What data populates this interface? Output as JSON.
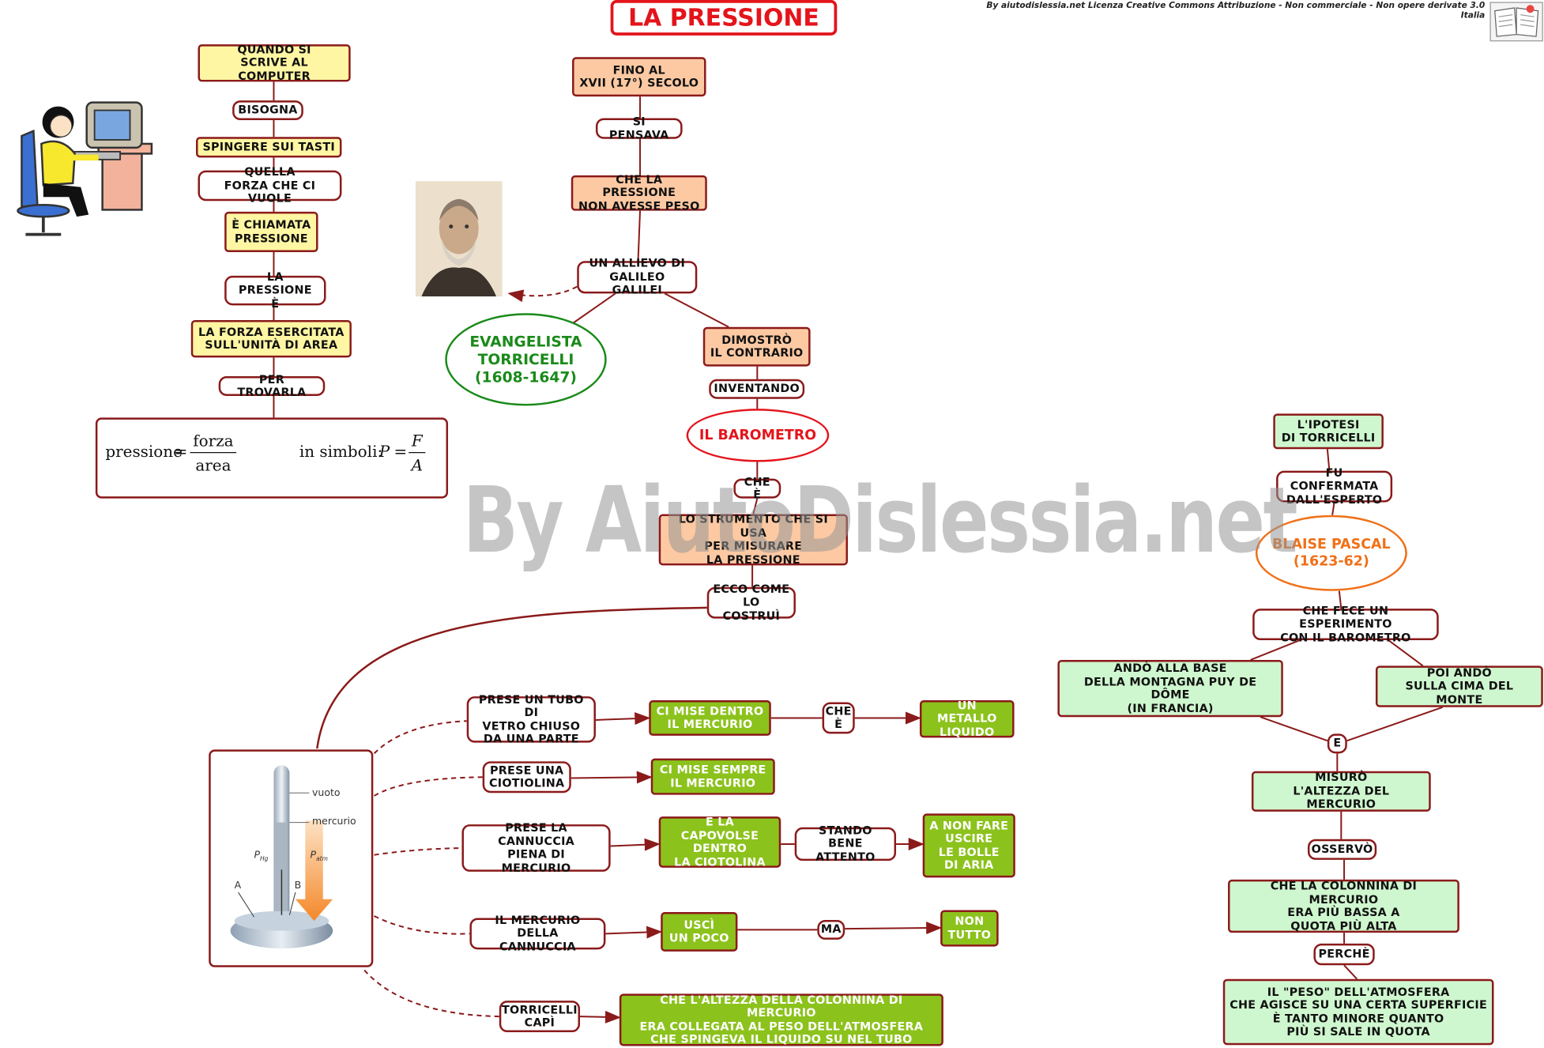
{
  "title": "LA PRESSIONE",
  "license": "By aiutodislessia.net Licenza Creative Commons Attribuzione - Non commerciale - Non opere derivate 3.0 Italia",
  "watermark": "By AiutoDislessia.net",
  "icons": [
    "computer-girl-illustration-icon",
    "galileo-portrait-icon",
    "book-logo-icon",
    "barometer-diagram-icon"
  ],
  "colors": {
    "title": "#e4141b",
    "border": "#8b1a1a",
    "yellow": "#fff6a3",
    "orange": "#fcc9a3",
    "green_dark": "#8cc21c",
    "green_light": "#cff7cf",
    "torricelli": "#1a8a1a",
    "pascal": "#f07018"
  },
  "left": {
    "quando": "QUANDO SI\nSCRIVE AL COMPUTER",
    "bisogna": "BISOGNA",
    "spingere": "SPINGERE SUI TASTI",
    "quella": "QUELLA\nFORZA CHE CI VUOLE",
    "chiamata": "È CHIAMATA\nPRESSIONE",
    "la_pressione": "LA PRESSIONE\nÈ",
    "forza_esercitata": "LA FORZA ESERCITATA\nSULL'UNITÀ DI AREA",
    "per_trovarla": "PER TROVARLA"
  },
  "formula": {
    "word": "pressione",
    "eq": "=",
    "num": "forza",
    "den": "area",
    "in_simboli": "in simboli:",
    "symbol": "P",
    "eq2": "=",
    "num2": "F",
    "den2": "A"
  },
  "center": {
    "fino_al": "FINO AL\nXVII (17°) SECOLO",
    "si_pensava": "SI PENSAVA",
    "che_la_pressione": "CHE LA PRESSIONE\nNON AVESSE PESO",
    "allievo": "UN ALLIEVO DI\nGALILEO GALILEI",
    "torricelli": "EVANGELISTA\nTORRICELLI\n(1608-1647)",
    "dimostro": "DIMOSTRÒ\nIL CONTRARIO",
    "inventando": "INVENTANDO",
    "barometro": "IL BAROMETRO",
    "che_e": "CHE È",
    "strumento": "LO STRUMENTO CHE SI USA\nPER MISURARE\nLA PRESSIONE",
    "ecco_come": "ECCO COME\nLO COSTRUÌ"
  },
  "figure_labels": {
    "vuoto": "vuoto",
    "mercurio": "mercurio",
    "phg": "P",
    "phg_sub": "Hg",
    "patm": "P",
    "patm_sub": "atm",
    "a": "A",
    "b": "B"
  },
  "steps": {
    "tubo": "PRESE UN TUBO DI\nVETRO CHIUSO\nDA UNA PARTE",
    "mise_dentro": "CI MISE DENTRO\nIL MERCURIO",
    "che_e2": "CHE\nÈ",
    "metallo": "UN METALLO\nLIQUIDO",
    "ciotolina": "PRESE UNA\nCIOTIOLINA",
    "mise_sempre": "CI MISE SEMPRE\nIL MERCURIO",
    "cannuccia": "PRESE LA CANNUCCIA\nPIENA DI\nMERCURIO",
    "capovolse": "E LA CAPOVOLSE\nDENTRO\nLA CIOTOLINA",
    "stando": "STANDO BENE\nATTENTO",
    "non_fare": "A NON FARE\nUSCIRE\nLE BOLLE\nDI ARIA",
    "mercurio_cannuccia": "IL MERCURIO DELLA\nCANNUCCIA",
    "usci": "USCÌ\nUN POCO",
    "ma": "MA",
    "non_tutto": "NON\nTUTTO",
    "capi": "TORRICELLI\nCAPÌ",
    "altezza": "CHE L'ALTEZZA DELLA COLONNINA DI MERCURIO\nERA COLLEGATA AL PESO DELL'ATMOSFERA\nCHE SPINGEVA IL LIQUIDO SU NEL TUBO"
  },
  "right": {
    "ipotesi": "L'IPOTESI\nDI TORRICELLI",
    "confermata": "FU CONFERMATA\nDALL'ESPERTO",
    "pascal": "BLAISE PASCAL\n(1623-62)",
    "esperimento": "CHE FECE UN ESPERIMENTO\nCON IL BAROMETRO",
    "base": "ANDÒ ALLA BASE\nDELLA MONTAGNA  PUY DE DÔME\n(IN FRANCIA)",
    "cima": "POI ANDÒ\nSULLA CIMA DEL MONTE",
    "e": "E",
    "misuro": "MISURÒ\nL'ALTEZZA DEL MERCURIO",
    "osservo": "OSSERVÒ",
    "colonnina": "CHE LA COLONNINA DI MERCURIO\nERA PIÙ BASSA A\nQUOTA PIÙ ALTA",
    "perche": "PERCHÈ",
    "peso": "IL \"PESO\" DELL'ATMOSFERA\nCHE AGISCE SU UNA CERTA SUPERFICIE\nÈ TANTO MINORE QUANTO\nPIÙ SI SALE IN QUOTA"
  }
}
